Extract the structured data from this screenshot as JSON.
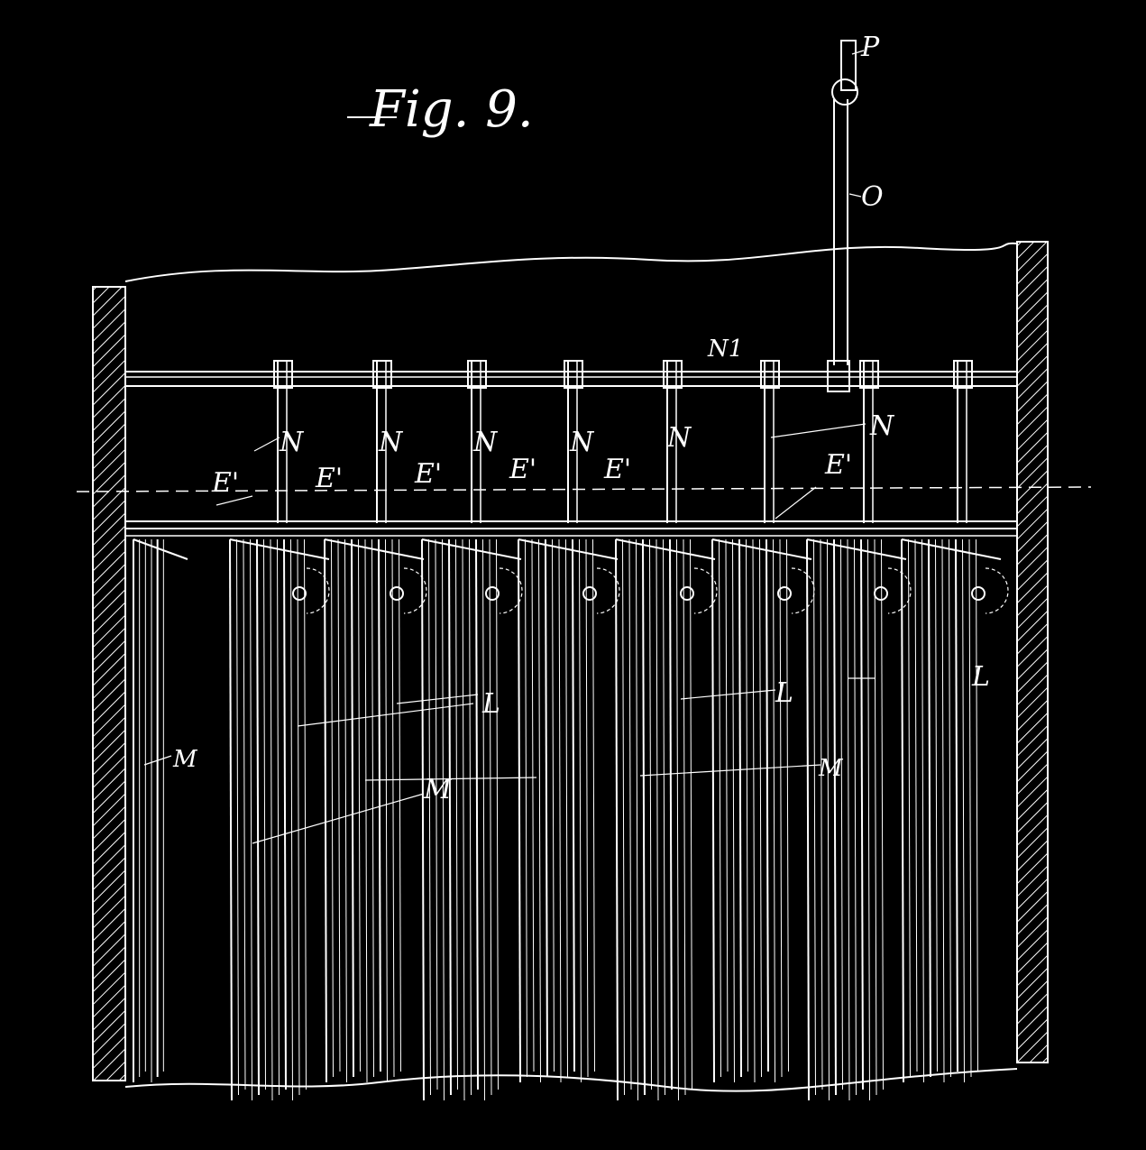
{
  "figure": {
    "title": "Fig. 9.",
    "colors": {
      "background": "#000000",
      "ink": "#ffffff"
    },
    "labels": {
      "P": "P",
      "O": "O",
      "N1": "N1",
      "N": "N",
      "E1": "E'",
      "L": "L",
      "M": "M"
    }
  }
}
